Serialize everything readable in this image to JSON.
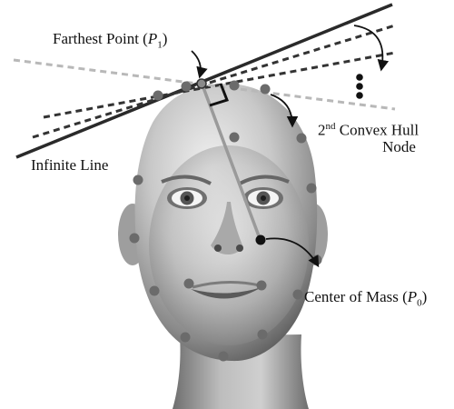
{
  "labels": {
    "farthest_point": {
      "text": "Farthest Point (",
      "var": "P",
      "sub": "1",
      "close": ")"
    },
    "convex_hull": {
      "ordinal": "2",
      "ordinal_suffix": "nd",
      "line1_rest": " Convex Hull",
      "line2": "Node"
    },
    "infinite_line": "Infinite Line",
    "center_of_mass": {
      "text": "Center of Mass (",
      "var": "P",
      "sub": "0",
      "close": ")"
    }
  },
  "colors": {
    "skin_light": "#e6e6e6",
    "skin_mid": "#b3b3b3",
    "skin_dark": "#5e5e5e",
    "hull_node": "#6b6b6b",
    "line_dark": "#2a2a2a",
    "line_dashed": "#333333",
    "line_light_dashed": "#b8b8b8",
    "radius_line": "#9a9a9a",
    "text": "#111111"
  }
}
